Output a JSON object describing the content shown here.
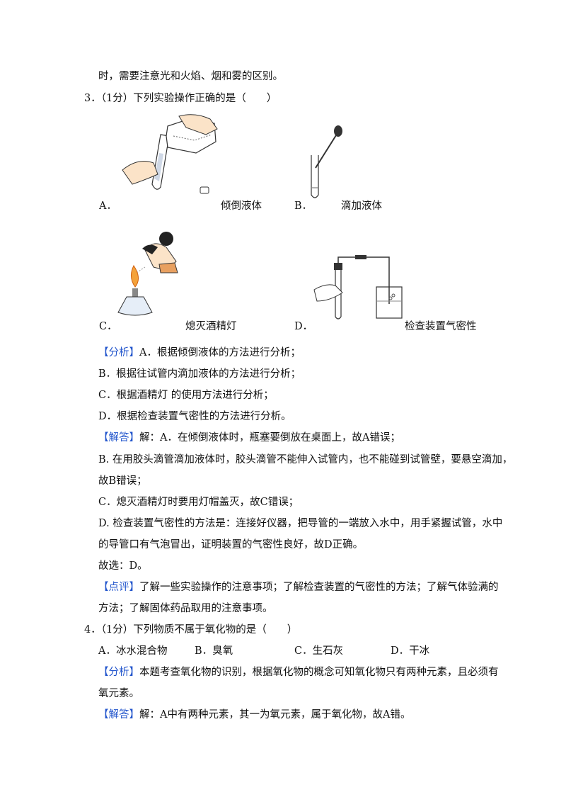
{
  "intro_tail": "时，需要注意光和火焰、烟和雾的区别。",
  "q3": {
    "stem": "3．（1分）下列实验操作正确的是（　　）",
    "options": [
      {
        "letter": "A．",
        "caption": "倾倒液体"
      },
      {
        "letter": "B．",
        "caption": "滴加液体"
      },
      {
        "letter": "C．",
        "caption": "熄灭酒精灯"
      },
      {
        "letter": "D．",
        "caption": "检查装置气密性"
      }
    ],
    "analysis_tag": "【分析】",
    "analysis": [
      "A．根据倾倒液体的方法进行分析；",
      "B．根据往试管内滴加液体的方法进行分析；",
      "C．根据酒精灯  的使用方法进行分析；",
      "D．根据检查装置气密性的方法进行分析。"
    ],
    "answer_tag": "【解答】",
    "answer": [
      "解：A．在倾倒液体时，瓶塞要倒放在桌面上，故A错误；",
      "B. 在用胶头滴管滴加液体时，胶头滴管不能伸入试管内，也不能碰到试管壁，要悬空滴加，",
      "故B错误；",
      "C．熄灭酒精灯时要用灯帽盖灭，故C错误；",
      "D. 检查装置气密性的方法是：连接好仪器，把导管的一端放入水中，用手紧握试管，水中",
      "的导管口有气泡冒出，证明装置的气密性良好，故D正确。",
      "故选：D。"
    ],
    "comment_tag": "【点评】",
    "comment": [
      "了解一些实验操作的注意事项；了解检查装置的气密性的方法；了解气体验满的",
      "方法；了解固体药品取用的注意事项。"
    ]
  },
  "q4": {
    "stem": "4．（1分）下列物质不属于氧化物的是（　　）",
    "options": [
      "A．冰水混合物",
      "B．臭氧",
      "C．生石灰",
      "D．干冰"
    ],
    "analysis_tag": "【分析】",
    "analysis": [
      "本题考查氧化物的识别，根据氧化物的概念可知氧化物只有两种元素，且必须有",
      "氧元素。"
    ],
    "answer_tag": "【解答】",
    "answer": "解：A中有两种元素，其一为氧元素，属于氧化物，故A错。"
  }
}
